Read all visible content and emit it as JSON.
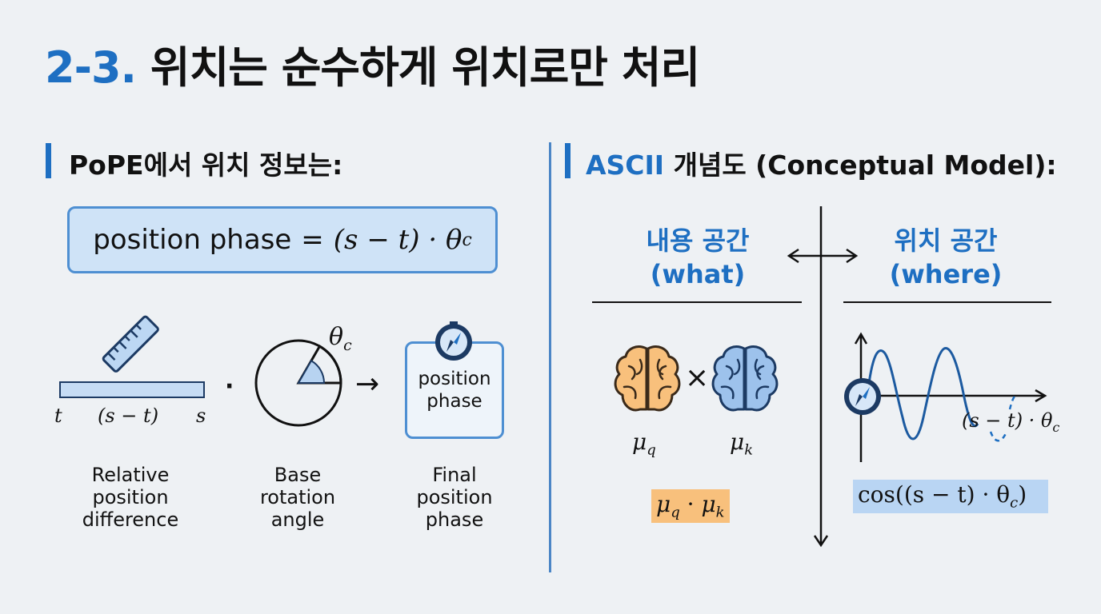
{
  "title": {
    "number": "2-3.",
    "text": "위치는 순수하게 위치로만 처리"
  },
  "left_section": {
    "heading": "PoPE에서 위치 정보는:",
    "formula": {
      "text": "position phase",
      "eq": "=",
      "expr": "(s − t) · θ",
      "sub": "c"
    },
    "ruler_labels": {
      "t": "t",
      "diff": "(s − t)",
      "s": "s"
    },
    "dot": "·",
    "arrow": "→",
    "theta_label": {
      "base": "θ",
      "sub": "c"
    },
    "final_box": {
      "line1": "position",
      "line2": "phase"
    },
    "captions": [
      {
        "lines": [
          "Relative",
          "position",
          "difference"
        ]
      },
      {
        "lines": [
          "Base",
          "rotation",
          "angle"
        ]
      },
      {
        "lines": [
          "Final",
          "position",
          "phase"
        ]
      }
    ]
  },
  "right_section": {
    "heading_accent": "ASCII",
    "heading_rest": "개념도 (Conceptual Model):",
    "content_space": {
      "line1": "내용 공간",
      "line2": "(what)"
    },
    "position_space": {
      "line1": "위치 공간",
      "line2": "(where)"
    },
    "times": "×",
    "mu_q": {
      "base": "μ",
      "sub": "q"
    },
    "mu_k": {
      "base": "μ",
      "sub": "k"
    },
    "product": {
      "a": "μ",
      "a_sub": "q",
      "dot": "·",
      "b": "μ",
      "b_sub": "k"
    },
    "wave_label": {
      "expr": "(s − t) · θ",
      "sub": "c"
    },
    "cos_expr": {
      "prefix": "cos((s − t) · θ",
      "sub": "c",
      "suffix": ")"
    },
    "colors": {
      "content_highlight": "#f8c07c",
      "position_highlight": "#b9d5f3",
      "accent": "#1e6fc2"
    }
  }
}
